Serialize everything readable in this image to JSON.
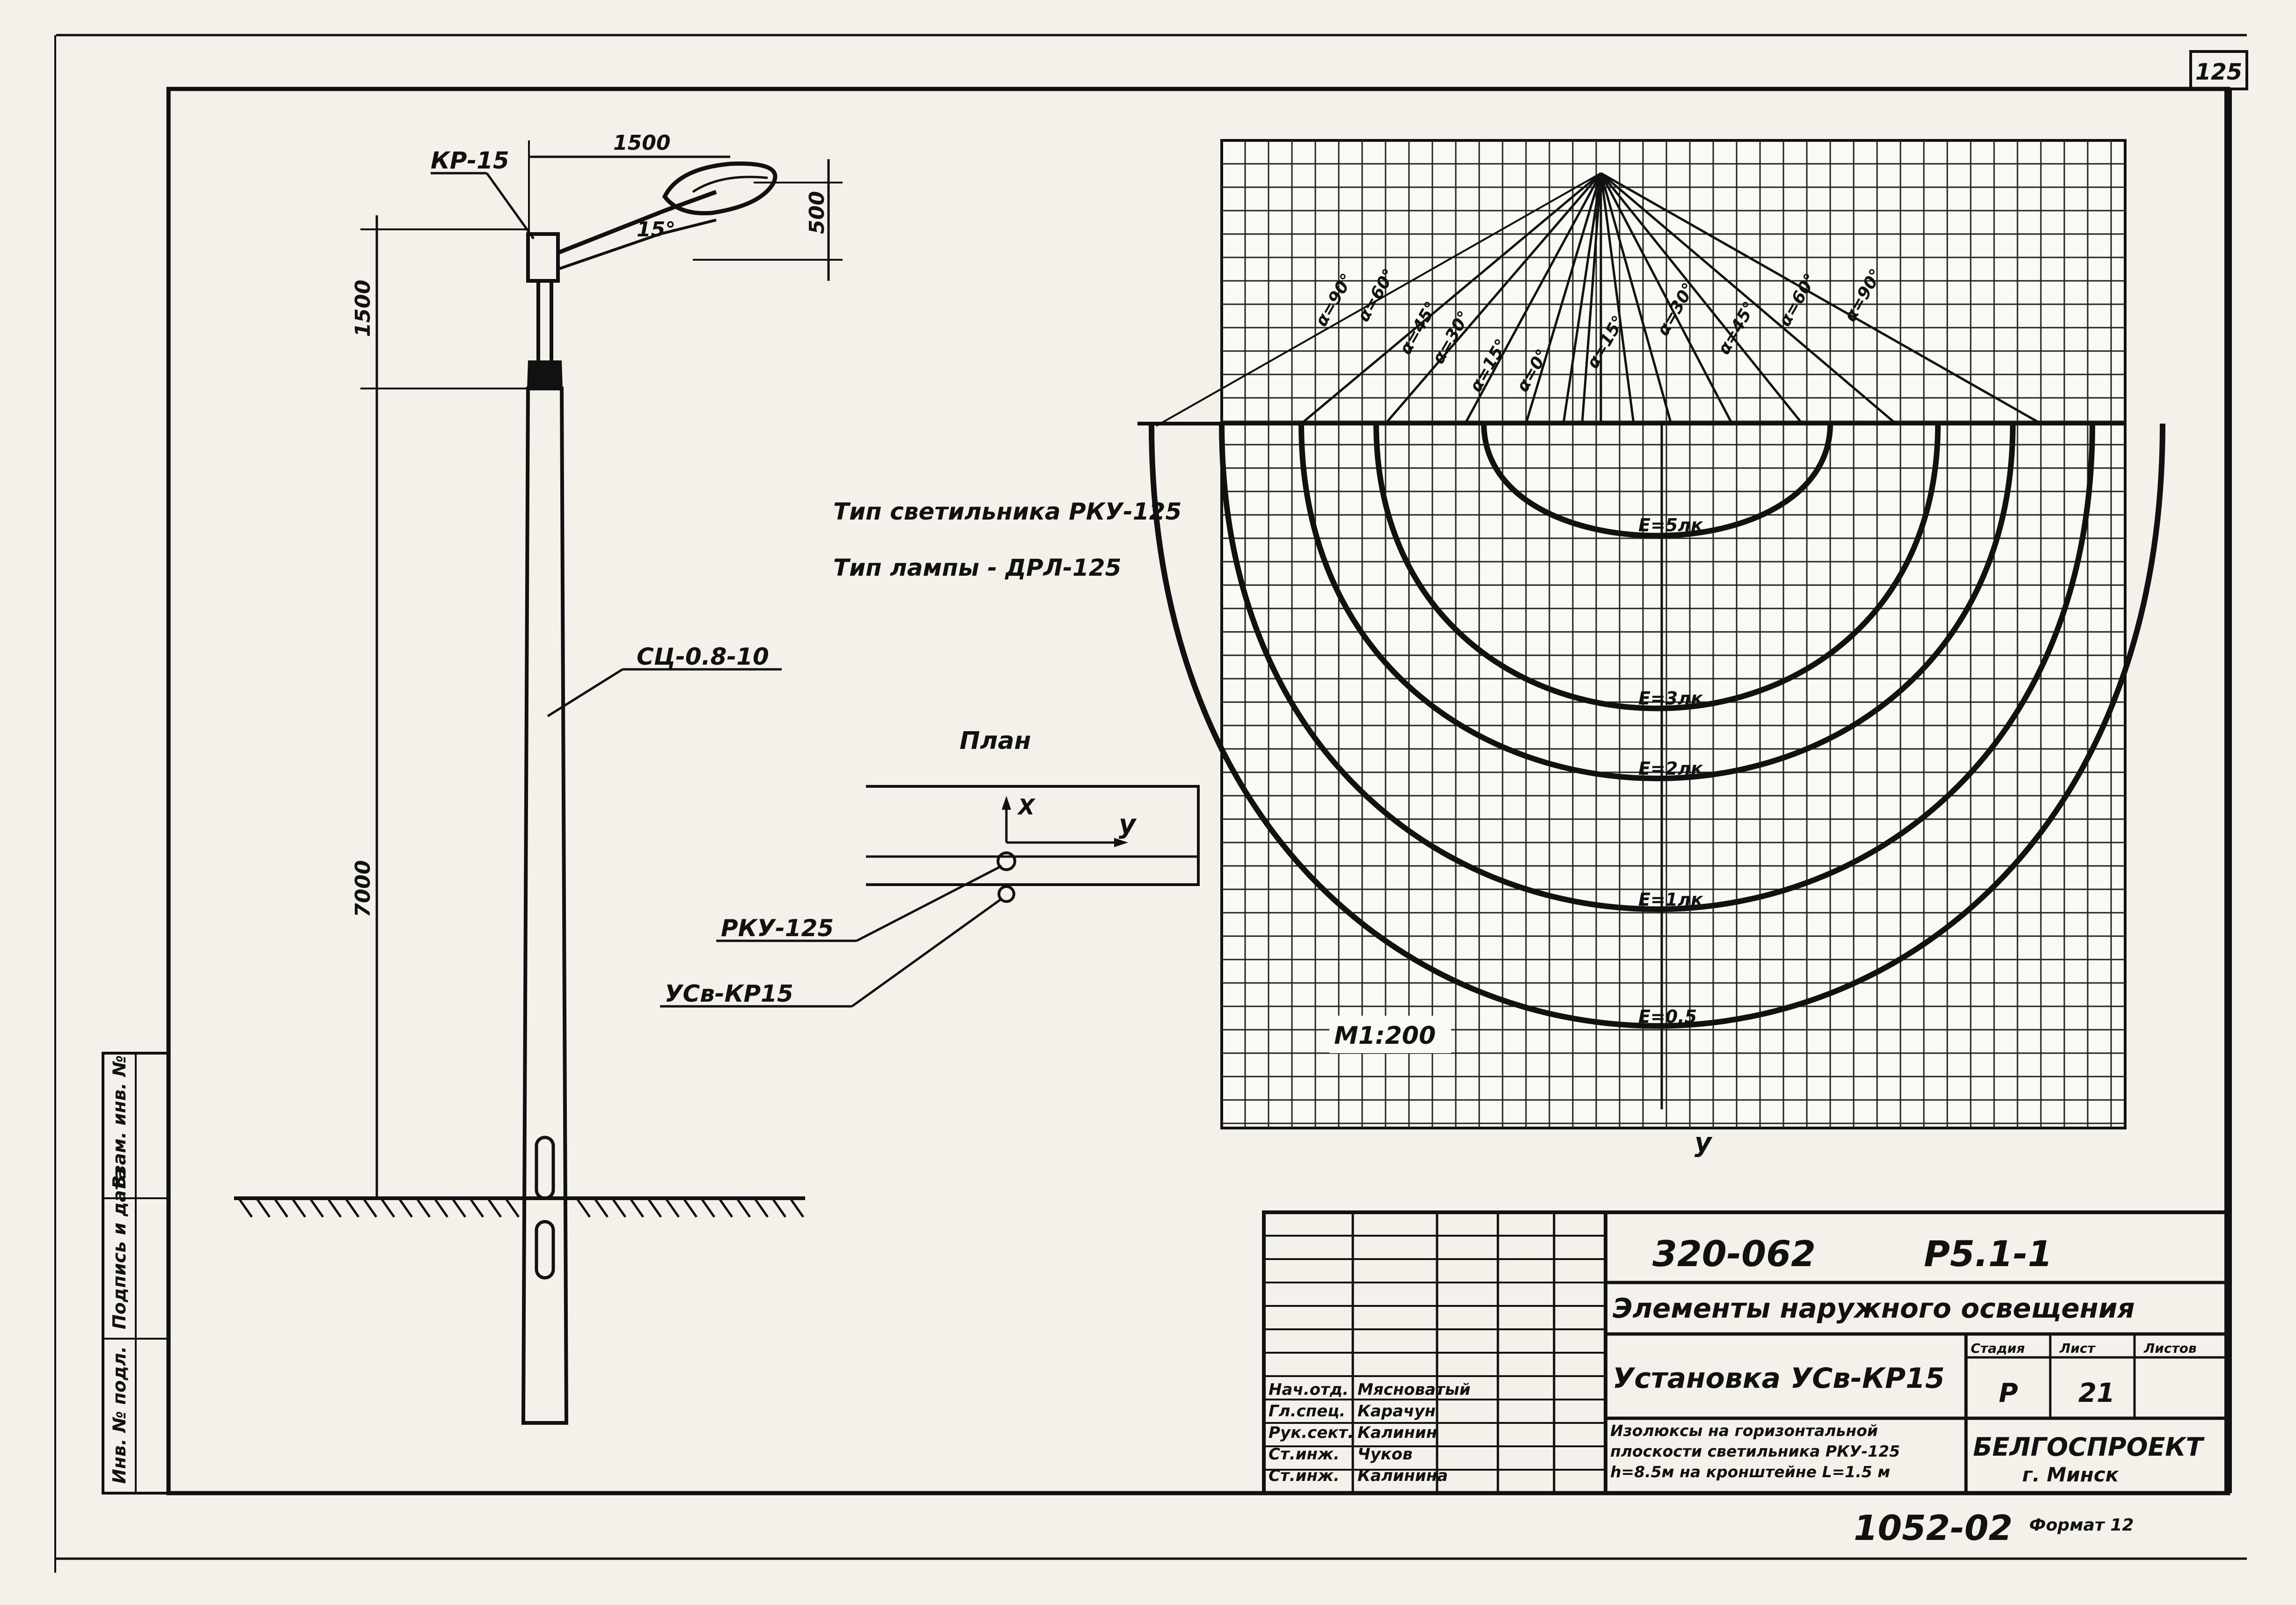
{
  "sheet": {
    "page_number": "125",
    "format_note": "Формат 12",
    "bottom_code": "1052-02"
  },
  "side_strip": {
    "labels": [
      "Инв. № подл.",
      "Подпись и дата",
      "Взам. инв. №"
    ]
  },
  "pole": {
    "bracket_label": "КР-15",
    "support_label": "СЦ-0.8-10",
    "dim_reach": "1500",
    "dim_rise": "500",
    "dim_angle": "15°",
    "dim_upper": "1500",
    "dim_lower": "7000"
  },
  "luminaire": {
    "type_line": "Тип светильника РКУ-125",
    "lamp_line": "Тип лампы - ДРЛ-125"
  },
  "plan": {
    "title": "План",
    "axis_x": "X",
    "axis_y": "y",
    "label_luminaire": "РКУ-125",
    "label_unit": "УСв-КР15"
  },
  "isolux": {
    "angles": [
      "α=90°",
      "α=60°",
      "α=45°",
      "α=30°",
      "α=15°",
      "α=0°",
      "α=15°",
      "α=30°",
      "α=45°",
      "α=60°",
      "α=90°"
    ],
    "curves": [
      "E=5лк",
      "E=3лк",
      "E=2лк",
      "E=1лк",
      "E=0.5"
    ],
    "scale": "М1:200",
    "axis_label": "у"
  },
  "title_block": {
    "doc_number": "320-062",
    "sheet_code": "Р5.1-1",
    "series_title": "Элементы наружного освещения",
    "drawing_title": "Установка УСв-КР15",
    "drawing_desc": "Изолюксы на горизонтальной плоскости светильника РКУ-125 h=8.5м на кронштейне L=1.5 м",
    "stage_header": "Стадия",
    "sheet_header": "Лист",
    "sheets_header": "Листов",
    "stage": "Р",
    "sheet": "21",
    "organization": "БЕЛГОСПРОЕКТ",
    "city": "г. Минск",
    "roles": [
      {
        "role": "Нач.отд.",
        "name": "Мясноватый"
      },
      {
        "role": "Гл.спец.",
        "name": "Карачун"
      },
      {
        "role": "Рук.сект.",
        "name": "Калинин"
      },
      {
        "role": "Ст.инж.",
        "name": "Чуков"
      },
      {
        "role": "Ст.инж.",
        "name": "Калинина"
      }
    ]
  }
}
